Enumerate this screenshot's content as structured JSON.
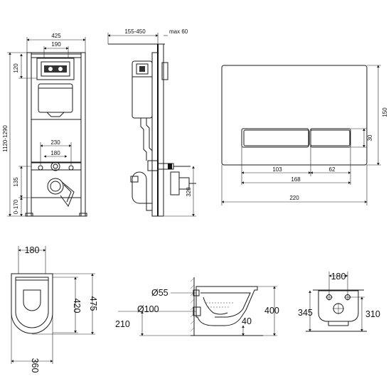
{
  "frame_front": {
    "w425": "425",
    "w190": "190",
    "h120": "120",
    "h1120": "1120-1290",
    "w230": "230",
    "w180": "180",
    "h135": "135",
    "h0170": "0-170"
  },
  "frame_side": {
    "d155": "155-450",
    "dmax": "max 60",
    "h320": "320"
  },
  "plate": {
    "h150": "150",
    "h30": "30",
    "w103": "103",
    "w62": "62",
    "w168": "168",
    "w220": "220"
  },
  "bowl_top": {
    "w180": "180",
    "h420": "420",
    "h475": "475",
    "w360": "360"
  },
  "bowl_side": {
    "d55": "Ø55",
    "d100": "Ø100",
    "h210": "210",
    "h40": "40",
    "h400": "400"
  },
  "bowl_back": {
    "w180": "180",
    "h345": "345",
    "h310": "310"
  }
}
